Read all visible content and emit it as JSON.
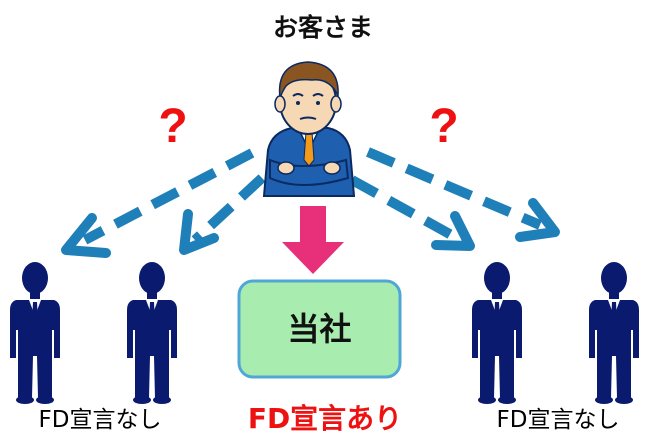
{
  "customer": {
    "label": "お客さま"
  },
  "company": {
    "label": "当社"
  },
  "competitors_left": {
    "label": "FD宣言なし"
  },
  "competitors_right": {
    "label": "FD宣言なし"
  },
  "company_status": {
    "label": "FD宣言あり"
  },
  "question_marks": [
    "?",
    "?"
  ],
  "colors": {
    "arrow_dashed": "#1f7fb8",
    "arrow_main": "#e8307a",
    "question": "#ee1111",
    "company_box_fill": "#a8ecb0",
    "company_box_border": "#4fa7d6",
    "suit": "#0a1a6e",
    "customer_suit": "#1e5fb0",
    "fd_yes_text": "#ee1111"
  },
  "icons": [
    "businessman-icon",
    "person-silhouette-icon",
    "question-mark-icon",
    "arrow-icon"
  ]
}
